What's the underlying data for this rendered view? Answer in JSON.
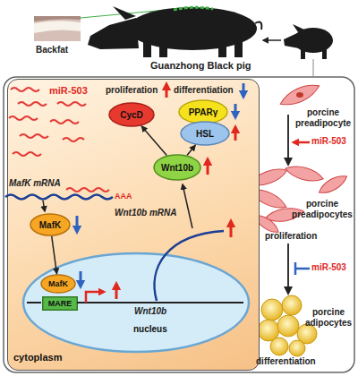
{
  "diagram": {
    "nodes": [
      {
        "text": [
          "cytoplasm"
        ]
      },
      {
        "text": [
          "CycD"
        ],
        "in": 0
      },
      {
        "text": [
          "PPARγ"
        ],
        "in": 0
      },
      {
        "text": [
          "HSL"
        ],
        "in": 0
      },
      {
        "text": [
          "Wnt10b"
        ],
        "in": 0
      },
      {
        "text": [
          "MafK"
        ],
        "in": 0
      },
      {
        "text": [
          "nucleus"
        ],
        "in": 0
      },
      {
        "text": [
          "MafK"
        ],
        "in": 6
      },
      {
        "text": [
          "MARE"
        ],
        "in": 6
      }
    ],
    "edges": [
      {
        "from": 5,
        "to": 7,
        "arrow": "to"
      },
      {
        "from": 4,
        "to": 1,
        "arrow": "to"
      },
      {
        "from": 4,
        "to": 3,
        "arrow": "to"
      }
    ],
    "labels": [
      "Backfat",
      "Guanzhong Black pig",
      "miR-503",
      "proliferation",
      "differentiation",
      "MafK mRNA",
      "AAA",
      "Wnt10b mRNA",
      "Wnt10b",
      "porcine preadipocyte",
      "miR-503",
      "porcine preadipocytes",
      "proliferation",
      "miR-503",
      "porcine adipocytes",
      "differentiation"
    ]
  }
}
